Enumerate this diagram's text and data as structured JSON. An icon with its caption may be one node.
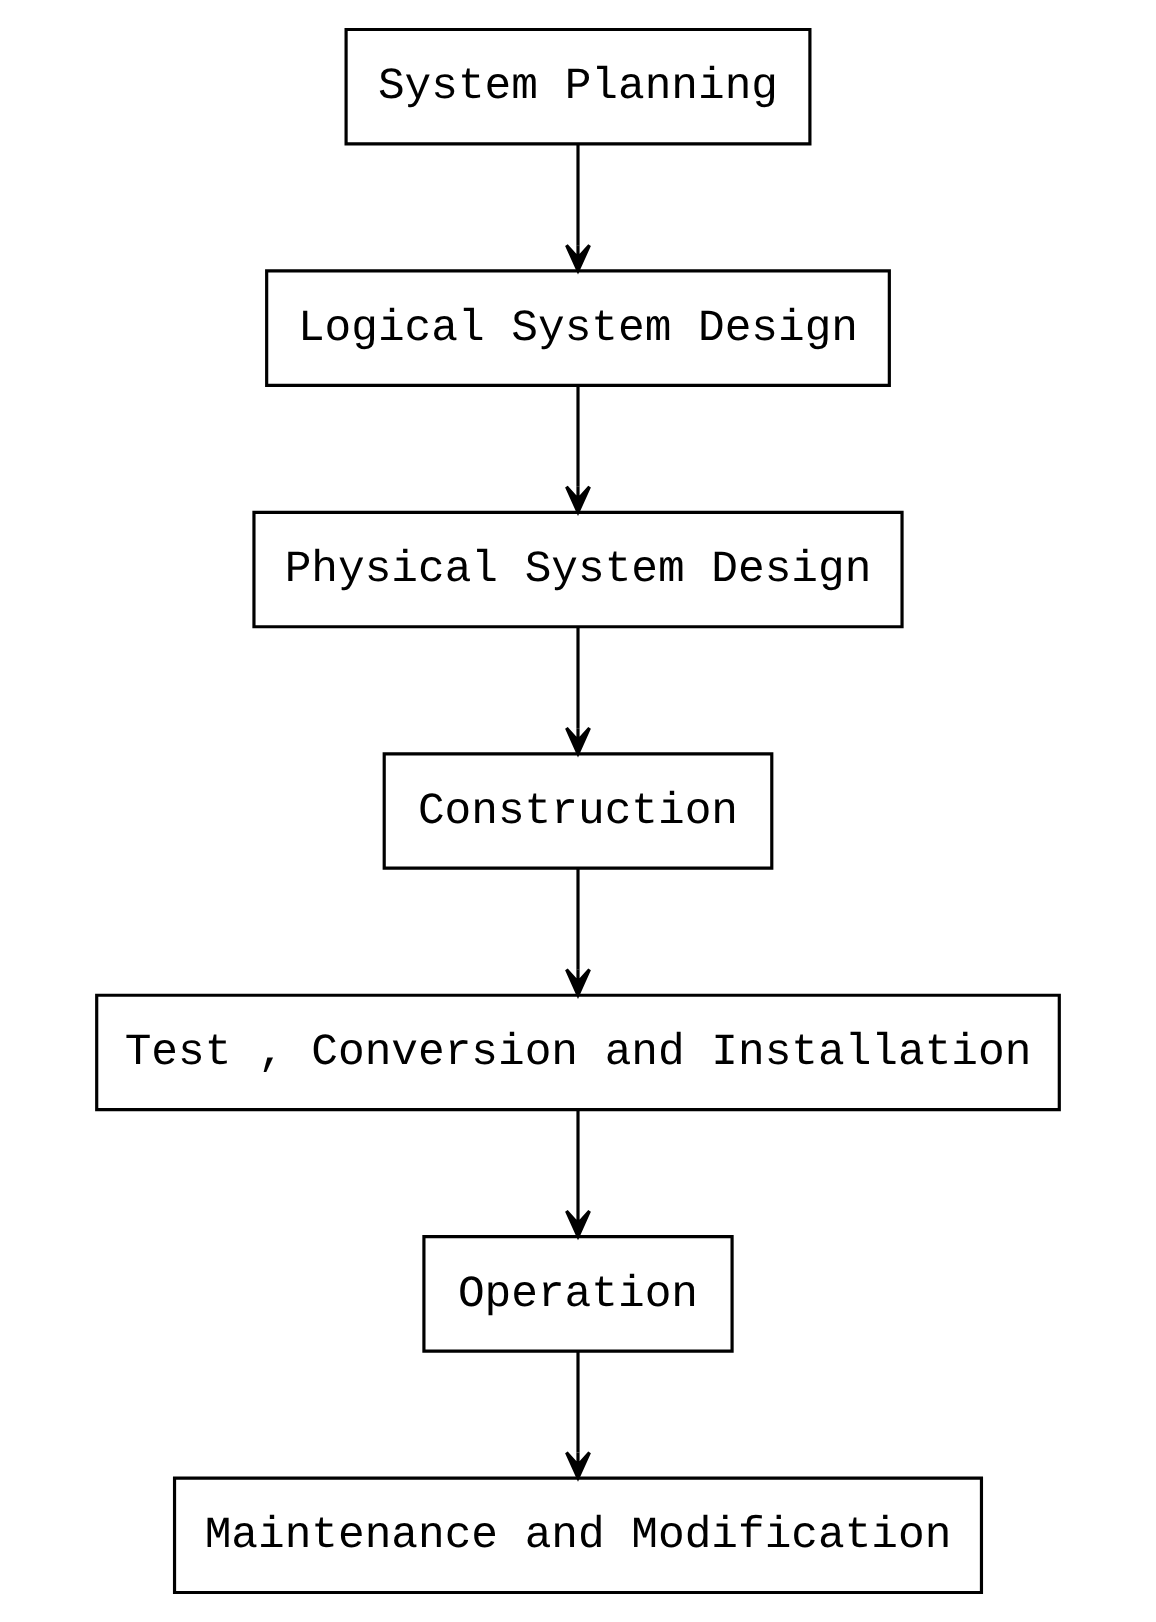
{
  "diagram": {
    "nodes": [
      {
        "text": [
          "System Planning"
        ]
      },
      {
        "text": [
          "Logical System Design"
        ]
      },
      {
        "text": [
          "Physical System Design"
        ]
      },
      {
        "text": [
          "Construction"
        ]
      },
      {
        "text": [
          "Test , Conversion and Installation"
        ]
      },
      {
        "text": [
          "Operation"
        ]
      },
      {
        "text": [
          "Maintenance and Modification"
        ]
      }
    ],
    "edges": [
      {
        "from": 0,
        "to": 1,
        "arrow": "to"
      },
      {
        "from": 1,
        "to": 2,
        "arrow": "to"
      },
      {
        "from": 2,
        "to": 3,
        "arrow": "to"
      },
      {
        "from": 3,
        "to": 4,
        "arrow": "to"
      },
      {
        "from": 4,
        "to": 5,
        "arrow": "to"
      },
      {
        "from": 5,
        "to": 6,
        "arrow": "to"
      }
    ]
  }
}
